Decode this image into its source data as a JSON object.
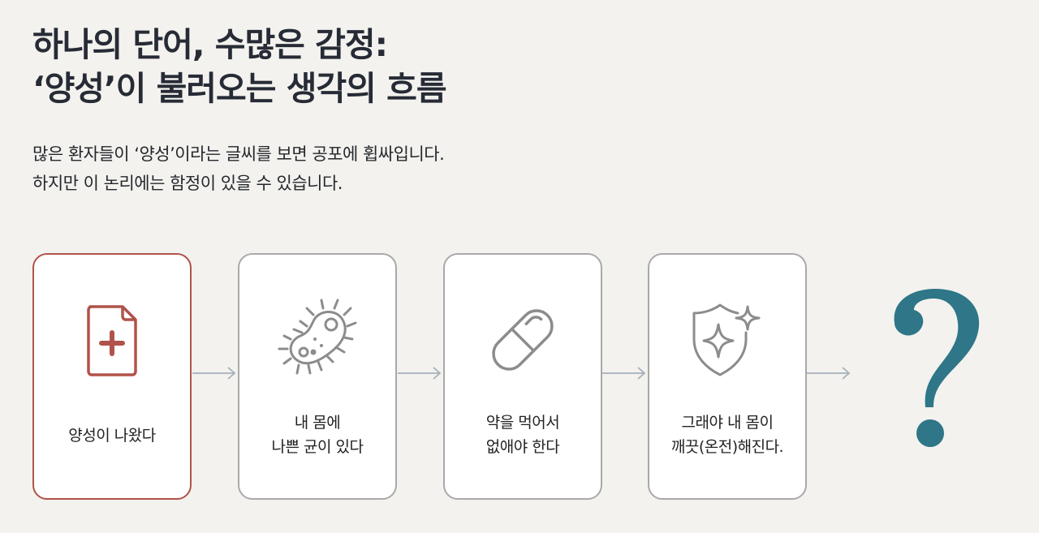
{
  "title": {
    "line1": "하나의 단어, 수많은 감정:",
    "line2": "‘양성’이 불러오는 생각의 흐름"
  },
  "subtitle": {
    "line1": "많은 환자들이 ‘양성’이라는 글씨를 보면 공포에 휩싸입니다.",
    "line2": "하지만 이 논리에는 함정이 있을 수 있습니다."
  },
  "flow": {
    "steps": [
      {
        "icon": "medical-document-plus-icon",
        "line1": "양성이 나왔다",
        "line2": "",
        "highlighted": true
      },
      {
        "icon": "bacteria-icon",
        "line1": "내 몸에",
        "line2": "나쁜 균이 있다",
        "highlighted": false
      },
      {
        "icon": "pill-capsule-icon",
        "line1": "약을 먹어서",
        "line2": "없애야 한다",
        "highlighted": false
      },
      {
        "icon": "shield-sparkle-icon",
        "line1": "그래야 내 몸이",
        "line2": "깨끗(온전)해진다.",
        "highlighted": false
      }
    ],
    "end_symbol": "?"
  },
  "colors": {
    "background": "#f3f2ee",
    "highlight_border": "#b0534a",
    "card_border": "#a9a9a9",
    "icon_gray": "#8c8c8c",
    "arrow": "#a7b0ba",
    "question_mark": "#2e7688"
  }
}
